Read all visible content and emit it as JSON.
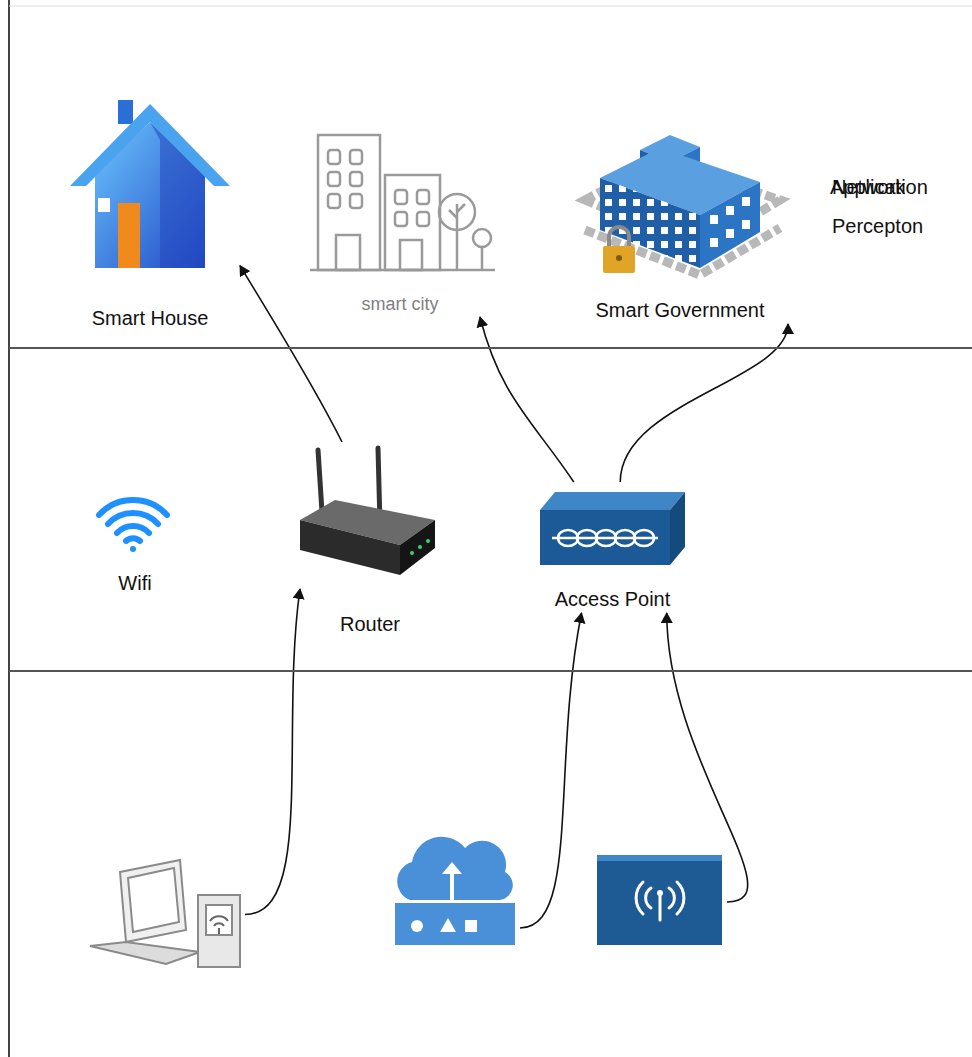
{
  "diagram": {
    "nodes": [
      {
        "text": [
          "Application"
        ]
      },
      {
        "text": [
          "Smart House"
        ],
        "in": 0
      },
      {
        "text": [
          "smart city"
        ],
        "in": 0
      },
      {
        "text": [
          "Smart Government"
        ],
        "in": 0
      },
      {
        "text": [
          "Network"
        ]
      },
      {
        "text": [
          "Wifi"
        ],
        "in": 4
      },
      {
        "text": [
          "Router"
        ],
        "in": 4
      },
      {
        "text": [
          "Access Point"
        ],
        "in": 4
      },
      {
        "text": [
          "Percepton"
        ]
      },
      {
        "text": [],
        "in": 8
      },
      {
        "text": [],
        "in": 8
      },
      {
        "text": [],
        "in": 8
      }
    ],
    "edges": [
      {
        "from": 9,
        "to": 6,
        "arrow": "to"
      },
      {
        "from": 10,
        "to": 7,
        "arrow": "to"
      },
      {
        "from": 11,
        "to": 7,
        "arrow": "to"
      },
      {
        "from": 6,
        "to": 1,
        "arrow": "to"
      },
      {
        "from": 7,
        "to": 2,
        "arrow": "to"
      },
      {
        "from": 7,
        "to": 3,
        "arrow": "to"
      }
    ]
  }
}
